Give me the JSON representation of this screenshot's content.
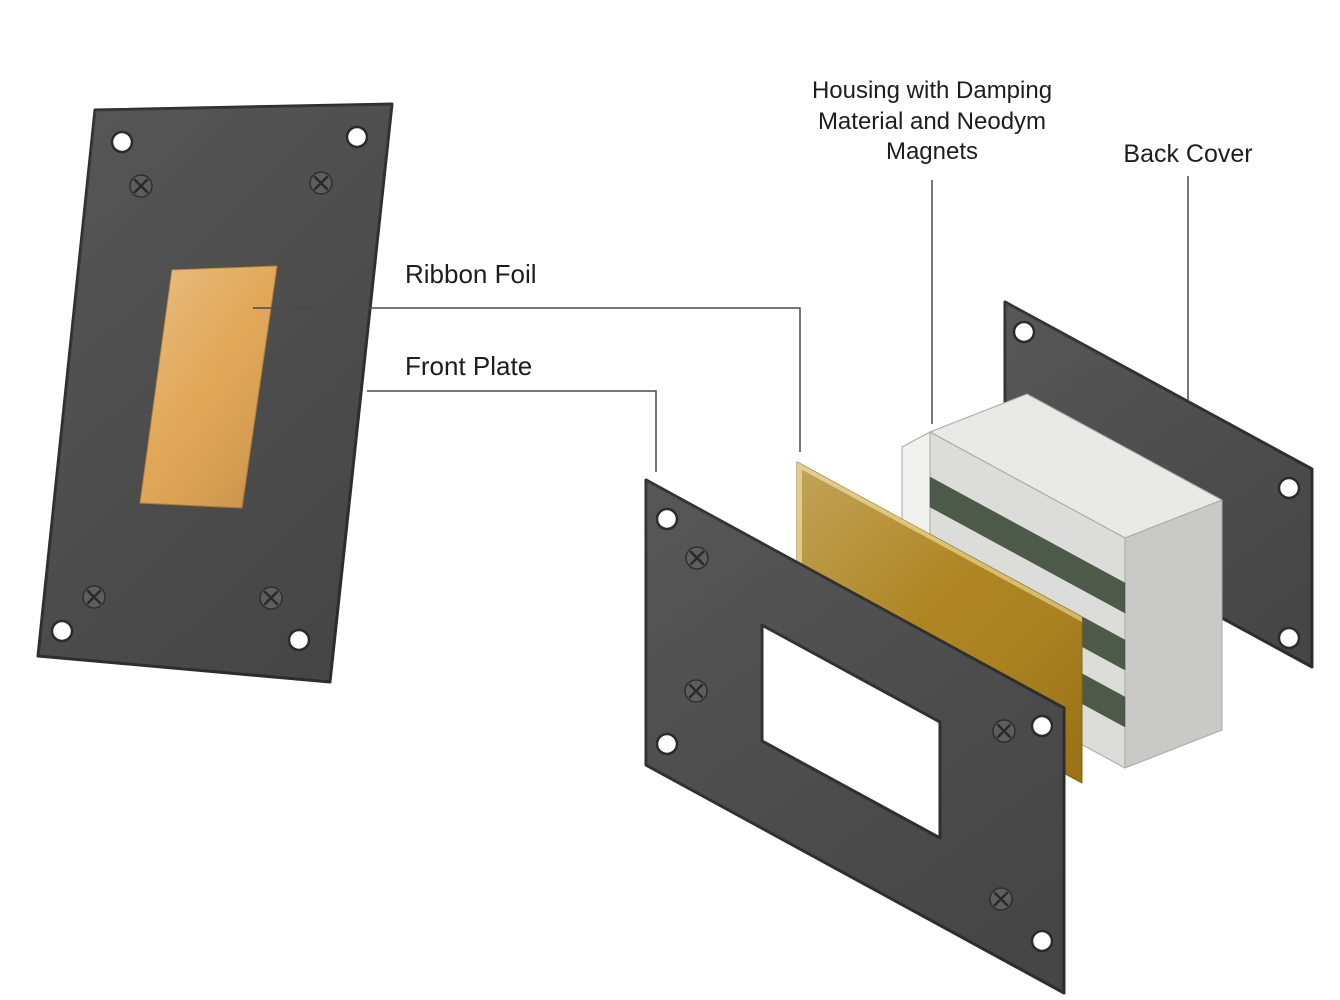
{
  "labels": {
    "ribbon_foil": "Ribbon Foil",
    "front_plate": "Front Plate",
    "housing": "Housing with Damping Material and Neodym Magnets",
    "back_cover": "Back Cover"
  },
  "colors": {
    "background": "#ffffff",
    "plate": "#4b4b4b",
    "plate_outline": "#2e2e2e",
    "hole": "#ffffff",
    "screw": "#5e5e5e",
    "foil_window": "#e8a851",
    "ribbon_foil": "#ab8019",
    "foil_edge_highlight": "#d8bc6a",
    "housing_front": "#dcdcda",
    "housing_top": "#e9e9e7",
    "housing_side": "#c9c9c7",
    "housing_end": "#f0f0ee",
    "magnet": "#4e5a49",
    "leader_line": "#4a4a4a",
    "label_text": "#1d1d1d"
  }
}
